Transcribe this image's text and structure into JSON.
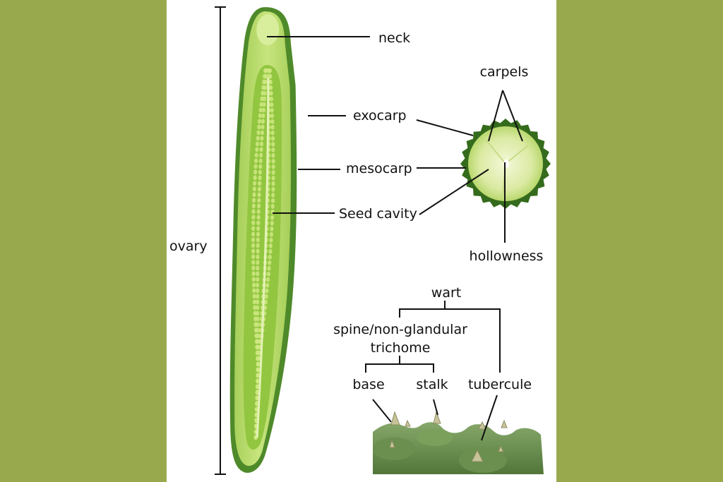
{
  "labels": {
    "neck": "neck",
    "exocarp": "exocarp",
    "mesocarp": "mesocarp",
    "seed_cavity": "Seed cavity",
    "ovary": "ovary",
    "carpels": "carpels",
    "hollowness": "hollowness",
    "wart": "wart",
    "spine_line1": "spine/non-glandular",
    "spine_line2": "trichome",
    "base": "base",
    "stalk": "stalk",
    "tubercule": "tubercule"
  },
  "colors": {
    "side_band": "#98a94d",
    "panel": "#ffffff",
    "exocarp": "#4f8a2a",
    "mesocarp": "#b9dc6a",
    "seed_cavity": "#8fc23e",
    "seed": "#cfe882",
    "slice_rim": "#356b1c",
    "slice_flesh": "#dbeaa3",
    "skin_texture": "#6f9a52",
    "line": "#111111"
  }
}
